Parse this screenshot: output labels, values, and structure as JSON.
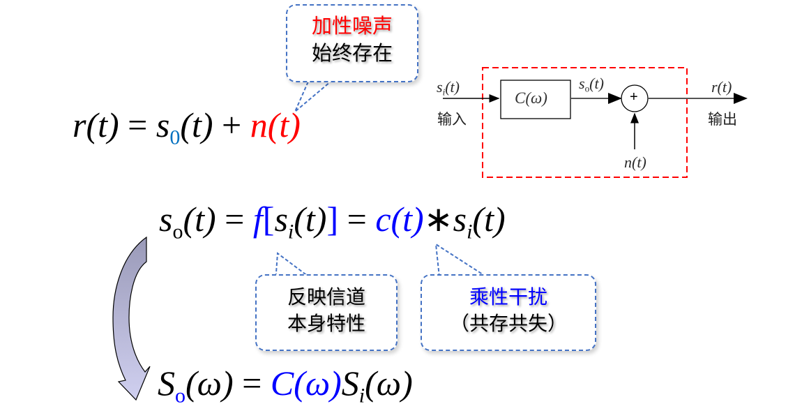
{
  "callout_noise": {
    "line1": "加性噪声",
    "line2": "始终存在",
    "line1_color": "#ff0000"
  },
  "equation_received": {
    "lhs": "r(t)",
    "eq": "=",
    "s": "s",
    "s_sub": "0",
    "s_arg": "(t)",
    "plus": "+",
    "noise": "n(t)"
  },
  "block_diagram": {
    "input_signal": "s",
    "input_sub": "i",
    "input_arg": "(t)",
    "input_label": "输入",
    "channel_block": "C(ω)",
    "mid_signal": "s",
    "mid_sub": "o",
    "mid_arg": "(t)",
    "adder": "+",
    "noise_signal": "n(t)",
    "output_signal": "r(t)",
    "output_label": "输出",
    "boundary_color": "#ff0000"
  },
  "equation_time": {
    "s": "s",
    "s_sub": "o",
    "arg": "(t)",
    "eq1": "=",
    "f": "f",
    "bracket_open": "[",
    "inner_s": "s",
    "inner_sub": "i",
    "inner_arg": "(t)",
    "bracket_close": "]",
    "eq2": "=",
    "c": "c(t)",
    "conv": "∗",
    "s2": "s",
    "s2_sub": "i",
    "s2_arg": "(t)"
  },
  "callout_channel": {
    "line1": "反映信道",
    "line2": "本身特性"
  },
  "callout_multiplicative": {
    "line1": "乘性干扰",
    "line2": "（共存共失）",
    "line1_color": "#0000ff"
  },
  "equation_freq": {
    "S": "S",
    "S_sub": "o",
    "arg": "(ω)",
    "eq": "=",
    "C": "C(ω)",
    "Si": "S",
    "Si_sub": "i",
    "Si_arg": "(ω)"
  }
}
